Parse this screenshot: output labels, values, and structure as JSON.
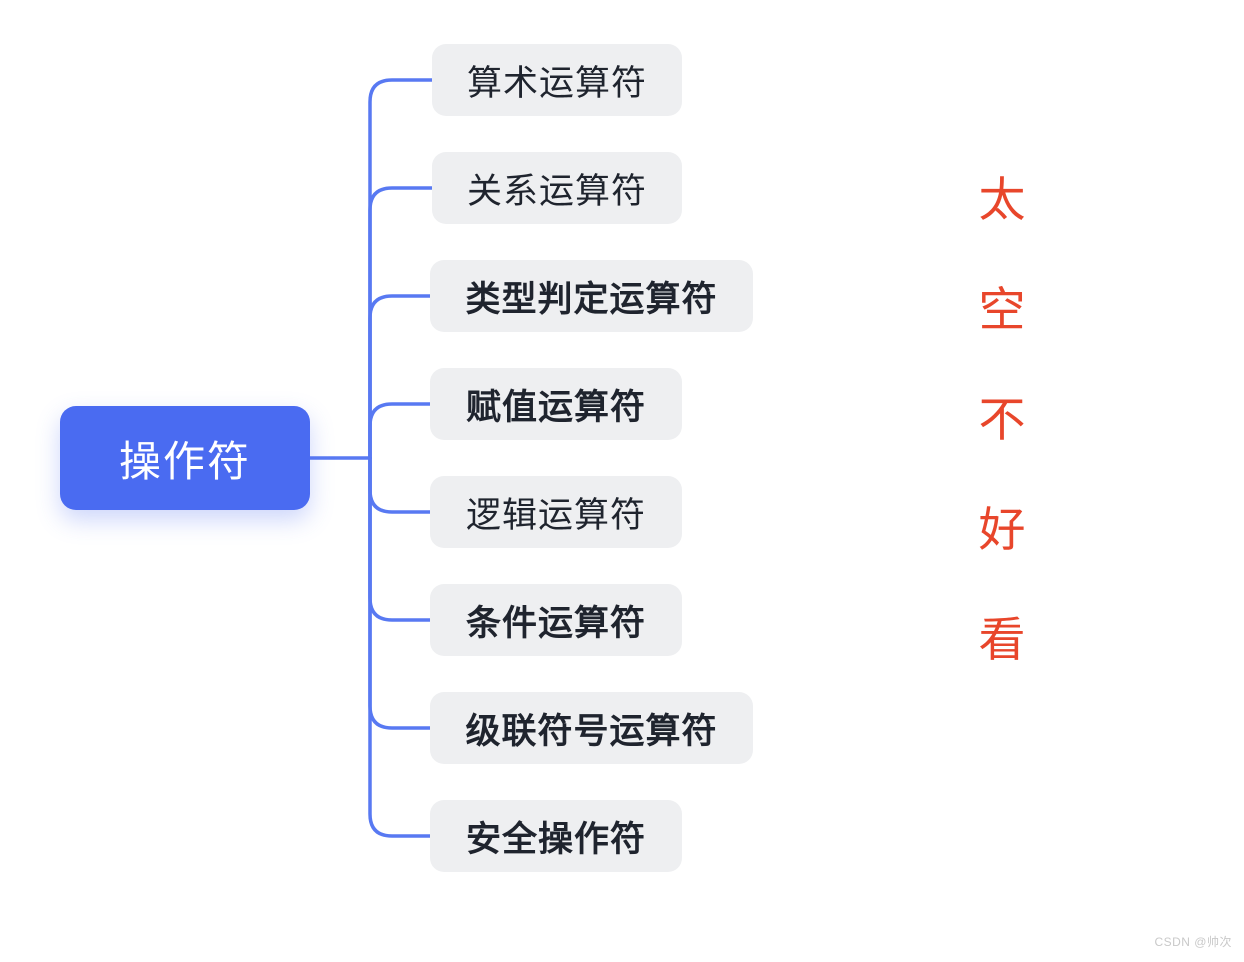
{
  "mindmap": {
    "root": {
      "label": "操作符"
    },
    "children": [
      {
        "label": "算术运算符",
        "bold": false
      },
      {
        "label": "关系运算符",
        "bold": false
      },
      {
        "label": "类型判定运算符",
        "bold": true
      },
      {
        "label": "赋值运算符",
        "bold": true
      },
      {
        "label": "逻辑运算符",
        "bold": false
      },
      {
        "label": "条件运算符",
        "bold": true
      },
      {
        "label": "级联符号运算符",
        "bold": true
      },
      {
        "label": "安全操作符",
        "bold": true
      }
    ],
    "colors": {
      "root_bg": "#4a6bf1",
      "root_text": "#ffffff",
      "child_bg": "#eeeff1",
      "child_text": "#1f242e",
      "connector": "#5879f2"
    }
  },
  "annotation": {
    "text": "太空不好看",
    "chars": [
      "太",
      "空",
      "不",
      "好",
      "看"
    ],
    "color": "#e8462b"
  },
  "watermark": {
    "text": "CSDN @帅次",
    "color": "#c9c9c9"
  }
}
